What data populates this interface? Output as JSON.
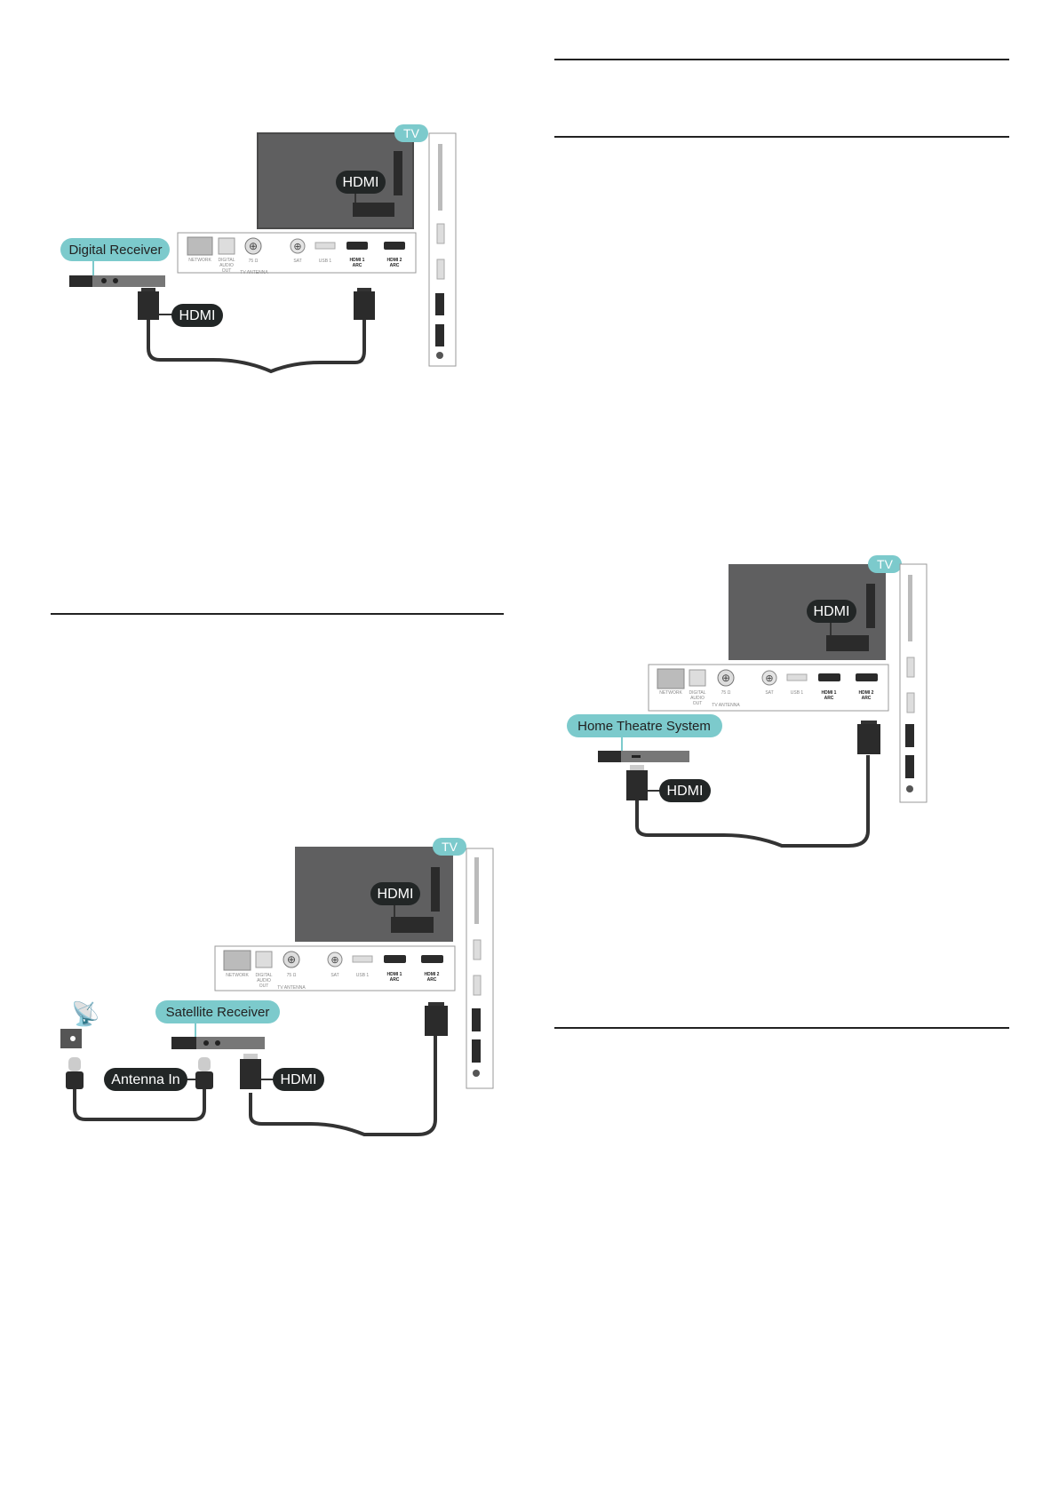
{
  "labels": {
    "tv": "TV",
    "hdmi": "HDMI",
    "network": "NETWORK",
    "digital_audio_out": [
      "DIGITAL",
      "AUDIO",
      "OUT"
    ],
    "ohm": "75 Ω",
    "tv_antenna": "TV ANTENNA",
    "sat": "SAT",
    "usb1": "USB 1",
    "hdmi1": [
      "HDMI 1",
      "ARC"
    ],
    "hdmi2": [
      "HDMI 2",
      "ARC"
    ]
  },
  "diagram_digital": {
    "device_label": "Digital Receiver"
  },
  "diagram_satellite": {
    "device_label": "Satellite Receiver",
    "antenna_label": "Antenna In"
  },
  "diagram_home_theatre": {
    "device_label": "Home Theatre System"
  },
  "colors": {
    "tv_screen": "#5f5f60",
    "label_teal": "#7ccacc",
    "label_dark": "#222626",
    "cable": "#333333",
    "connector": "#2b2b2b",
    "panel_border": "#9a9a9a"
  }
}
